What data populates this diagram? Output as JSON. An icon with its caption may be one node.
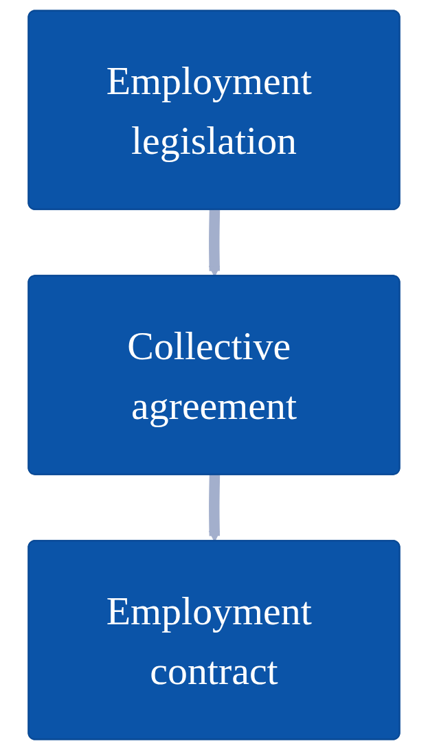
{
  "diagram": {
    "nodes": [
      {
        "text": [
          "Employment legislation"
        ]
      },
      {
        "text": [
          "Collective agreement"
        ]
      },
      {
        "text": [
          "Employment contract"
        ]
      }
    ],
    "edges": [
      {
        "from": 0,
        "to": 1,
        "arrow": "to"
      },
      {
        "from": 1,
        "to": 2,
        "arrow": "to"
      }
    ]
  }
}
